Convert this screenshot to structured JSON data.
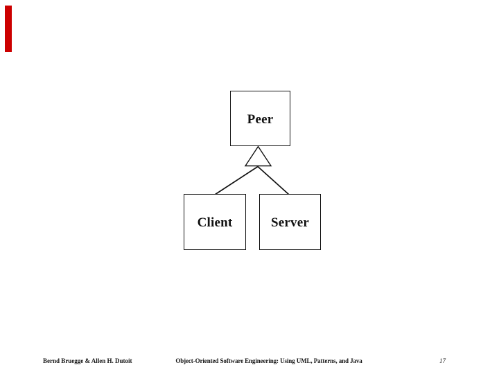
{
  "slide": {
    "background_color": "#ffffff",
    "accent_bar_color": "#cc0000",
    "line_color": "#111111"
  },
  "diagram": {
    "type": "uml-class-inheritance",
    "nodes": [
      {
        "id": "peer",
        "label": "Peer",
        "role": "superclass"
      },
      {
        "id": "client",
        "label": "Client",
        "role": "subclass"
      },
      {
        "id": "server",
        "label": "Server",
        "role": "subclass"
      }
    ],
    "edges": [
      {
        "from": "client",
        "to": "peer",
        "kind": "inheritance"
      },
      {
        "from": "server",
        "to": "peer",
        "kind": "inheritance"
      }
    ]
  },
  "footer": {
    "author": "Bernd Bruegge & Allen H. Dutoit",
    "book_title": "Object-Oriented Software Engineering: Using UML, Patterns, and Java",
    "page_number": "17"
  }
}
